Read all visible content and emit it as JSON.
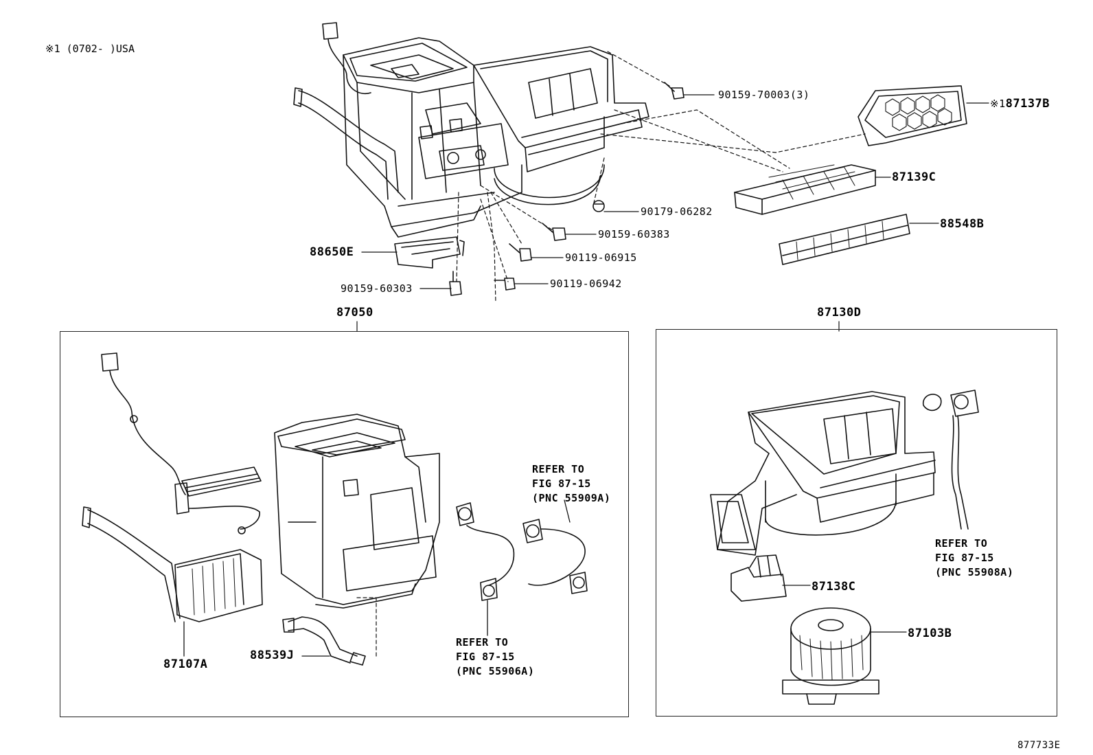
{
  "note": {
    "mark": "※1",
    "range": "(0702-      )USA"
  },
  "figure_id": "877733E",
  "groups": {
    "left": {
      "label": "87050"
    },
    "right": {
      "label": "87130D"
    }
  },
  "parts": {
    "p90159_70003": "90159-70003(3)",
    "p87137b_mark": "※1",
    "p87137b": "87137B",
    "p87139c": "87139C",
    "p90179_06282": "90179-06282",
    "p88548b": "88548B",
    "p90159_60383": "90159-60383",
    "p88650e": "88650E",
    "p90119_06915": "90119-06915",
    "p90159_60303": "90159-60303",
    "p90119_06942": "90119-06942",
    "p87107a": "87107A",
    "p88539j": "88539J",
    "p87138c": "87138C",
    "p87103b": "87103B"
  },
  "refs": {
    "r55909a": "REFER TO\nFIG 87-15\n(PNC 55909A)",
    "r55906a": "REFER TO\nFIG 87-15\n(PNC 55906A)",
    "r55908a": "REFER TO\nFIG 87-15\n(PNC 55908A)"
  }
}
